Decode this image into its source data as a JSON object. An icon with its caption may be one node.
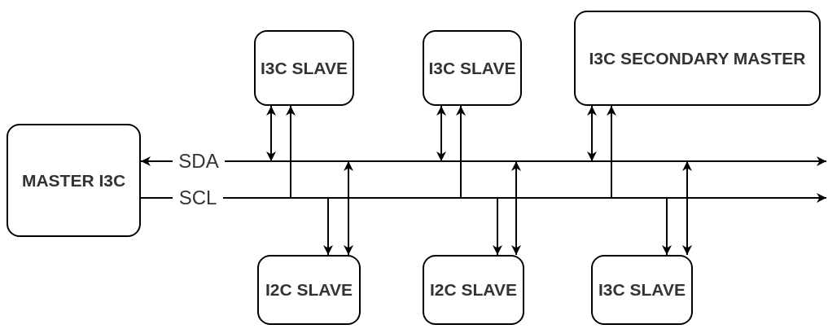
{
  "diagram": {
    "nodes": [
      {
        "text": [
          "MASTER I3C"
        ]
      },
      {
        "text": [
          "SDA"
        ]
      },
      {
        "text": [
          "SCL"
        ]
      },
      {
        "text": [
          "I3C SLAVE"
        ]
      },
      {
        "text": [
          "I3C SLAVE"
        ]
      },
      {
        "text": [
          "I3C SECONDARY MASTER"
        ]
      },
      {
        "text": [
          "I2C SLAVE"
        ]
      },
      {
        "text": [
          "I2C SLAVE"
        ]
      },
      {
        "text": [
          "I3C SLAVE"
        ]
      }
    ],
    "edges": [
      {
        "from": 1,
        "to": 0,
        "arrow": "to"
      },
      {
        "from": 1,
        "to": null,
        "arrow": "to"
      },
      {
        "from": 0,
        "to": 2,
        "arrow": "none"
      },
      {
        "from": 2,
        "to": null,
        "arrow": "to"
      },
      {
        "from": null,
        "to": 3,
        "arrow": "both"
      },
      {
        "from": null,
        "to": 3,
        "arrow": "to"
      },
      {
        "from": null,
        "to": 4,
        "arrow": "both"
      },
      {
        "from": null,
        "to": 4,
        "arrow": "to"
      },
      {
        "from": null,
        "to": 5,
        "arrow": "both"
      },
      {
        "from": null,
        "to": 5,
        "arrow": "to"
      },
      {
        "from": null,
        "to": 6,
        "arrow": "to"
      },
      {
        "from": null,
        "to": 6,
        "arrow": "both"
      },
      {
        "from": null,
        "to": 7,
        "arrow": "to"
      },
      {
        "from": null,
        "to": 7,
        "arrow": "both"
      },
      {
        "from": null,
        "to": 8,
        "arrow": "to"
      },
      {
        "from": null,
        "to": 8,
        "arrow": "both"
      }
    ]
  }
}
